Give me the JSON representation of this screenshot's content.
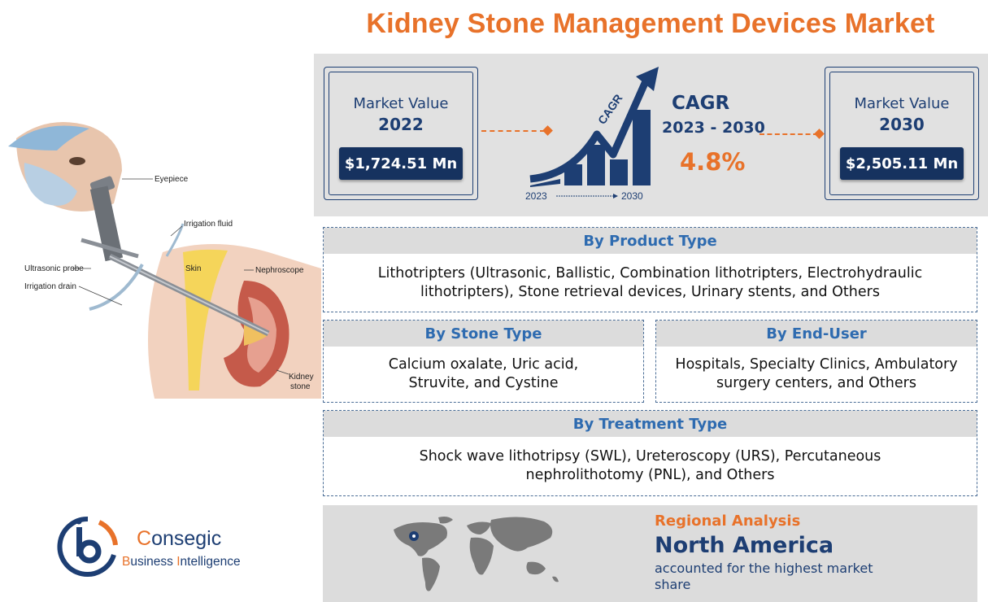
{
  "title": "Kidney Stone Management Devices Market",
  "stats": {
    "left": {
      "label": "Market Value",
      "year": "2022",
      "value": "$1,724.51 Mn"
    },
    "right": {
      "label": "Market Value",
      "year": "2030",
      "value": "$2,505.11 Mn"
    },
    "cagr": {
      "title": "CAGR",
      "range": "2023 - 2030",
      "value": "4.8%",
      "graphic_label": "CAGR",
      "axis_start": "2023",
      "axis_end": "2030"
    }
  },
  "segments": {
    "product_type": {
      "heading": "By Product Type",
      "body": "Lithotripters (Ultrasonic, Ballistic, Combination lithotripters, Electrohydraulic lithotripters), Stone retrieval devices, Urinary stents, and Others"
    },
    "stone_type": {
      "heading": "By Stone Type",
      "body": "Calcium oxalate, Uric acid, Struvite, and Cystine"
    },
    "end_user": {
      "heading": "By End-User",
      "body": "Hospitals, Specialty Clinics, Ambulatory surgery centers, and Others"
    },
    "treatment_type": {
      "heading": "By Treatment Type",
      "body": "Shock wave lithotripsy (SWL), Ureteroscopy (URS), Percutaneous nephrolithotomy (PNL), and Others"
    }
  },
  "region": {
    "label": "Regional Analysis",
    "name": "North America",
    "description": "accounted for the highest market share"
  },
  "illustration": {
    "labels": {
      "eyepiece": "Eyepiece",
      "irrigation_fluid": "Irrigation fluid",
      "skin": "Skin",
      "nephroscope": "Nephroscope",
      "ultrasonic_probe": "Ultrasonic probe",
      "irrigation_drain": "Irrigation drain",
      "kidney_stone_line1": "Kidney",
      "kidney_stone_line2": "stone"
    }
  },
  "logo": {
    "name_initial": "C",
    "name_rest": "onsegic",
    "tagline_b": "B",
    "tagline_usiness": "usiness ",
    "tagline_i": "I",
    "tagline_ntelligence": "ntelligence"
  },
  "colors": {
    "accent_orange": "#e8722a",
    "navy": "#1d3e73",
    "heading_blue": "#2e6bb0",
    "panel_gray": "#e1e1e1"
  }
}
